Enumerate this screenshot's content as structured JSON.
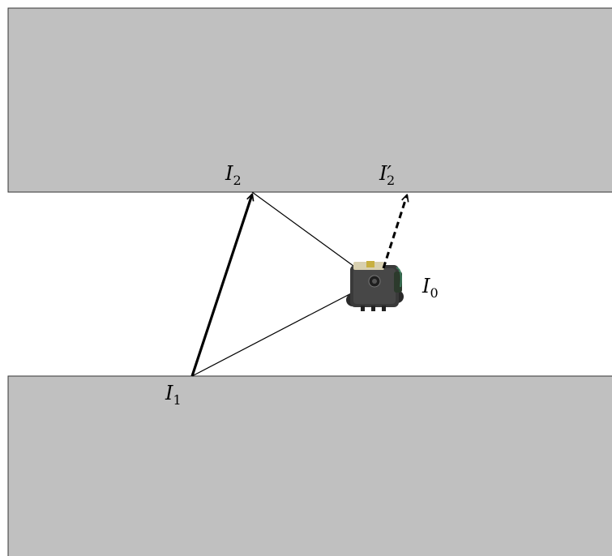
{
  "labels": {
    "i2": {
      "main": "I",
      "sub": "2"
    },
    "i2_prime": {
      "main": "I′",
      "sub": "2"
    },
    "i1": {
      "main": "I",
      "sub": "1"
    },
    "i0": {
      "main": "I",
      "sub": "0"
    }
  },
  "colors": {
    "wall_fill": "#c0c0c0",
    "wall_stroke": "#333333",
    "line": "#000000",
    "background": "#ffffff"
  },
  "icons": {
    "robot": "robot-icon"
  }
}
